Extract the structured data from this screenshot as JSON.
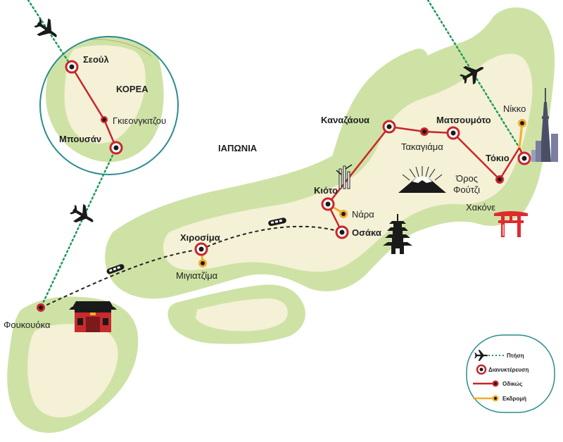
{
  "colors": {
    "sea": "#ffffff",
    "land": "#cfe2a6",
    "land_light": "#f4f1d6",
    "flight": "#1d9a5a",
    "road": "#c9252c",
    "excursion": "#f2ae2b",
    "rail": "#222222"
  },
  "labels": {
    "country_korea": "ΚΟΡΕΑ",
    "country_japan": "ΙΑΠΩΝΙΑ"
  },
  "cities": {
    "seoul": "Σεούλ",
    "gyeongju": "Γκιεονγκιτζου",
    "busan": "Μπουσάν",
    "fukuoka": "Φουκουόκα",
    "hiroshima": "Χιροσίμα",
    "miyajima": "Μιγιατζίμα",
    "kyoto": "Κιότο",
    "nara": "Νάρα",
    "osaka": "Οσάκα",
    "kanazawa": "Καναζάουα",
    "takayama": "Τακαγιάμα",
    "matsumoto": "Ματσουμότο",
    "nikko": "Νίκκο",
    "tokyo": "Τόκιο",
    "fuji_line1": "Όρος",
    "fuji_line2": "Φούτζι",
    "hakone": "Χακόνε"
  },
  "legend": {
    "flight": "Πτήση",
    "overnight": "Διανυκτέρευση",
    "road": "Οδικώς",
    "excursion": "Εκδρομή"
  },
  "icons": [
    "airplane-icon",
    "train-icon",
    "bamboo-icon",
    "mount-fuji-icon",
    "pagoda-icon",
    "torii-gate-icon",
    "skytree-tower-icon",
    "temple-gate-icon"
  ]
}
